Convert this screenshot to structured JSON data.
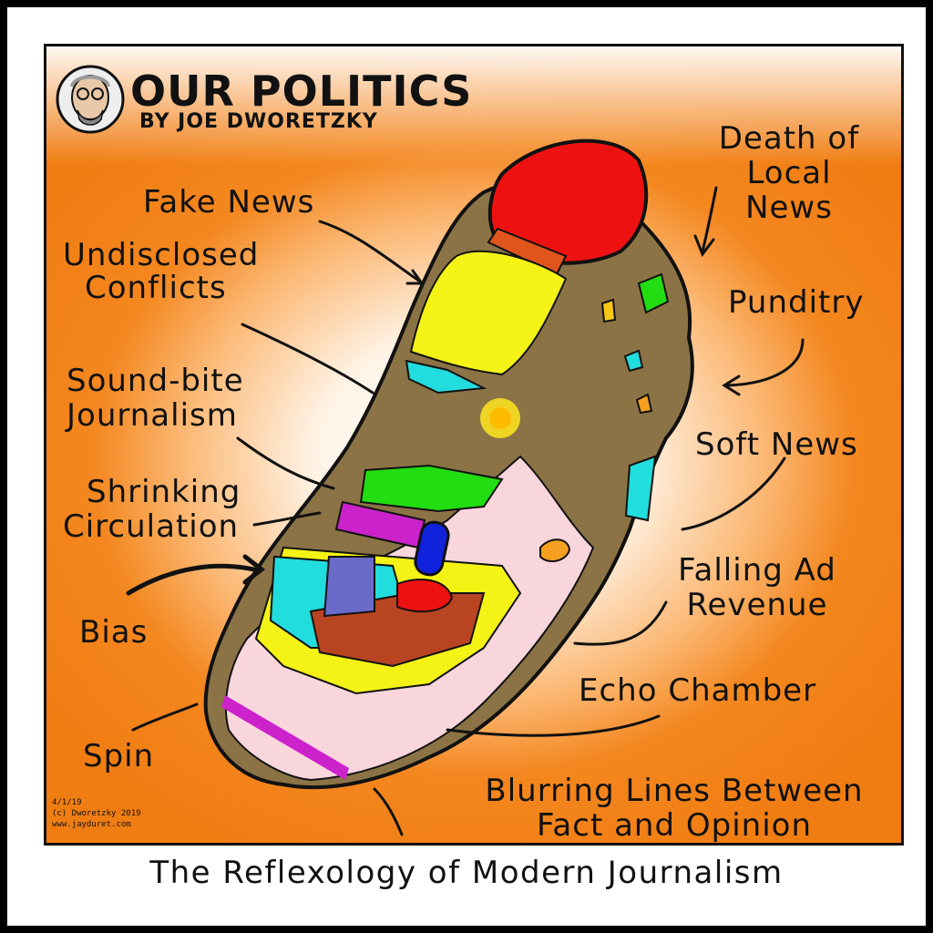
{
  "header": {
    "title": "OUR POLITICS",
    "byline": "BY JOE DWORETZKY"
  },
  "labels": {
    "fake_news": "Fake News",
    "undisclosed": [
      "Undisclosed",
      "Conflicts"
    ],
    "sound_bite": [
      "Sound-bite",
      "Journalism"
    ],
    "shrinking": [
      "Shrinking",
      "Circulation"
    ],
    "bias": "Bias",
    "spin": "Spin",
    "death_local": [
      "Death of",
      "Local",
      "News"
    ],
    "punditry": "Punditry",
    "soft_news": "Soft News",
    "falling_ad": [
      "Falling Ad",
      "Revenue"
    ],
    "echo": "Echo Chamber",
    "blurring": [
      "Blurring Lines Between",
      "Fact and Opinion"
    ]
  },
  "credit": [
    "4/1/19",
    "(c) Dworetzky 2019",
    "www.jayduret.com"
  ],
  "caption": "The Reflexology of Modern Journalism",
  "colors": {
    "orange": "#f07d12",
    "foot_brown": "#8b7346",
    "red": "#ee1111",
    "yellow": "#f5f316",
    "green": "#22dd11",
    "cyan": "#22dddd",
    "magenta": "#cc22cc",
    "blue": "#1122dd",
    "pink": "#f9d6dc",
    "rust": "#b84422"
  }
}
